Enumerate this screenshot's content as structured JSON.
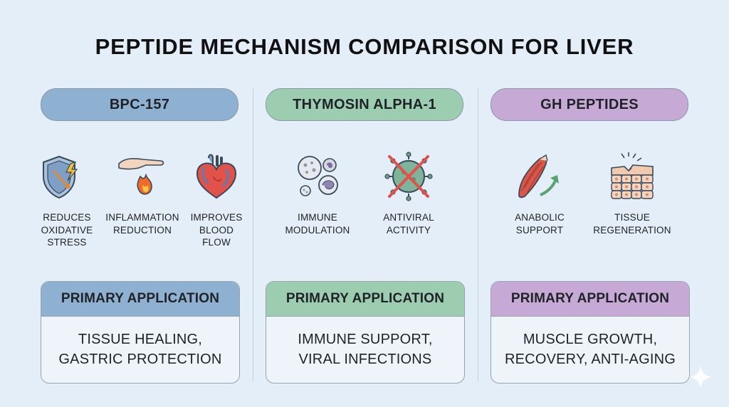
{
  "title": "PEPTIDE MECHANISM COMPARISON FOR LIVER",
  "columns": [
    {
      "name": "BPC-157",
      "color": "#8fb1d1",
      "mechanisms": [
        {
          "icon": "shield-lightning-icon",
          "label": "REDUCES\nOXIDATIVE\nSTRESS"
        },
        {
          "icon": "hand-flame-icon",
          "label": "INFLAMMATION\nREDUCTION"
        },
        {
          "icon": "heart-icon",
          "label": "IMPROVES\nBLOOD\nFLOW"
        }
      ],
      "application_header": "PRIMARY APPLICATION",
      "application": "TISSUE HEALING,\nGASTRIC PROTECTION"
    },
    {
      "name": "THYMOSIN ALPHA-1",
      "color": "#9ccdb1",
      "mechanisms": [
        {
          "icon": "immune-cells-icon",
          "label": "IMMUNE\nMODULATION"
        },
        {
          "icon": "virus-crossed-icon",
          "label": "ANTIVIRAL\nACTIVITY"
        }
      ],
      "application_header": "PRIMARY APPLICATION",
      "application": "IMMUNE SUPPORT,\nVIRAL INFECTIONS"
    },
    {
      "name": "GH PEPTIDES",
      "color": "#c7a9d6",
      "mechanisms": [
        {
          "icon": "muscle-arrow-icon",
          "label": "ANABOLIC\nSUPPORT"
        },
        {
          "icon": "tissue-cells-icon",
          "label": "TISSUE\nREGENERATION"
        }
      ],
      "application_header": "PRIMARY APPLICATION",
      "application": "MUSCLE GROWTH,\nRECOVERY, ANTI-AGING"
    }
  ]
}
